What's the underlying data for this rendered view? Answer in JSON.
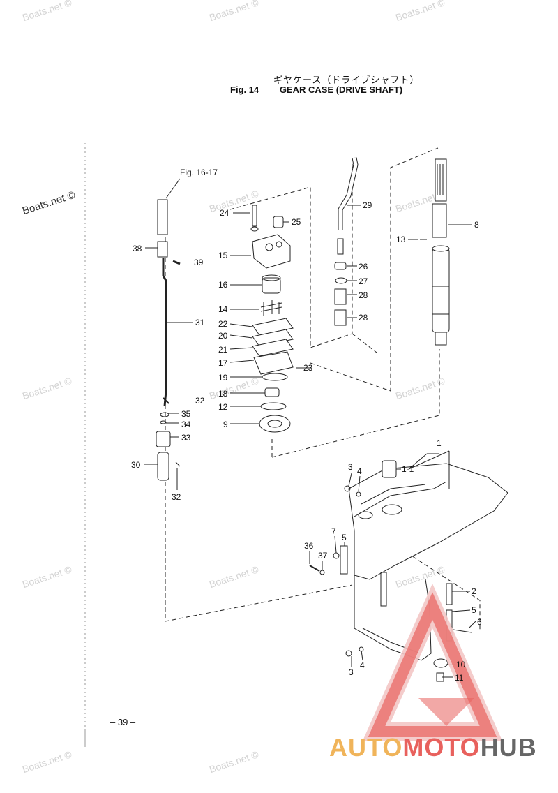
{
  "header": {
    "title_jp": "ギヤケース（ドライブシャフト）",
    "fig_number": "Fig. 14",
    "title_en": "GEAR CASE (DRIVE SHAFT)"
  },
  "reference": {
    "fig_ref": "Fig. 16-17"
  },
  "callouts": [
    {
      "id": "c-24",
      "label": "24"
    },
    {
      "id": "c-25",
      "label": "25"
    },
    {
      "id": "c-15",
      "label": "15"
    },
    {
      "id": "c-16",
      "label": "16"
    },
    {
      "id": "c-14",
      "label": "14"
    },
    {
      "id": "c-22",
      "label": "22"
    },
    {
      "id": "c-20",
      "label": "20"
    },
    {
      "id": "c-21",
      "label": "21"
    },
    {
      "id": "c-17",
      "label": "17"
    },
    {
      "id": "c-23",
      "label": "23"
    },
    {
      "id": "c-19",
      "label": "19"
    },
    {
      "id": "c-18",
      "label": "18"
    },
    {
      "id": "c-12",
      "label": "12"
    },
    {
      "id": "c-9",
      "label": "9"
    },
    {
      "id": "c-29",
      "label": "29"
    },
    {
      "id": "c-26",
      "label": "26"
    },
    {
      "id": "c-27",
      "label": "27"
    },
    {
      "id": "c-28a",
      "label": "28"
    },
    {
      "id": "c-28b",
      "label": "28"
    },
    {
      "id": "c-8",
      "label": "8"
    },
    {
      "id": "c-13",
      "label": "13"
    },
    {
      "id": "c-38",
      "label": "38"
    },
    {
      "id": "c-39",
      "label": "39"
    },
    {
      "id": "c-31",
      "label": "31"
    },
    {
      "id": "c-32a",
      "label": "32"
    },
    {
      "id": "c-35",
      "label": "35"
    },
    {
      "id": "c-34",
      "label": "34"
    },
    {
      "id": "c-33",
      "label": "33"
    },
    {
      "id": "c-30",
      "label": "30"
    },
    {
      "id": "c-32b",
      "label": "32"
    },
    {
      "id": "c-1",
      "label": "1"
    },
    {
      "id": "c-1-1",
      "label": "1-1"
    },
    {
      "id": "c-3a",
      "label": "3"
    },
    {
      "id": "c-4a",
      "label": "4"
    },
    {
      "id": "c-7",
      "label": "7"
    },
    {
      "id": "c-5a",
      "label": "5"
    },
    {
      "id": "c-36",
      "label": "36"
    },
    {
      "id": "c-37",
      "label": "37"
    },
    {
      "id": "c-2",
      "label": "2"
    },
    {
      "id": "c-5b",
      "label": "5"
    },
    {
      "id": "c-6",
      "label": "6"
    },
    {
      "id": "c-10",
      "label": "10"
    },
    {
      "id": "c-11",
      "label": "11"
    },
    {
      "id": "c-4b",
      "label": "4"
    },
    {
      "id": "c-3b",
      "label": "3"
    }
  ],
  "watermark": {
    "text": "Boats.net ©"
  },
  "footer": {
    "page_number": "– 39 –"
  },
  "brand": {
    "part1": "AUTO",
    "part2": "MOTO",
    "part3": "HUB"
  },
  "colors": {
    "line": "#222222",
    "watermark": "#d3d3d3",
    "brand_orange": "#f0b45a",
    "brand_red": "#e8615d",
    "brand_gray": "#666666"
  }
}
